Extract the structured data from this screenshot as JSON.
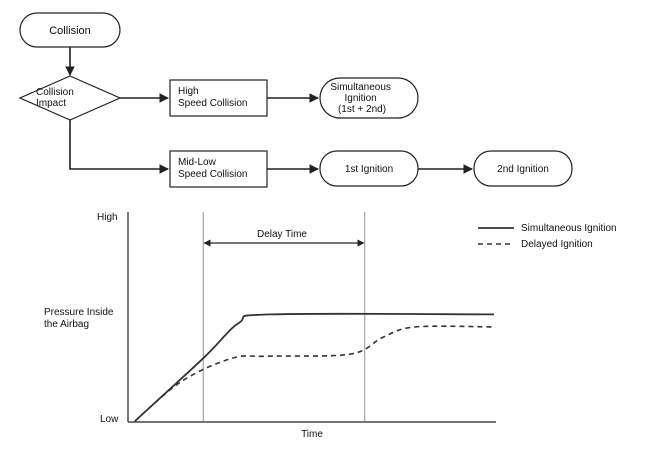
{
  "flowchart": {
    "collision": "Collision",
    "decision": [
      "Collision",
      "Impact"
    ],
    "high_speed": [
      "High",
      "Speed Collision"
    ],
    "simultaneous": [
      "Simultaneous",
      "Ignition",
      "(1st + 2nd)"
    ],
    "mid_low": [
      "Mid-Low",
      "Speed Collision"
    ],
    "first_ignition": "1st Ignition",
    "second_ignition": "2nd Ignition"
  },
  "chart_data": {
    "type": "line",
    "title": "",
    "xlabel": "Time",
    "ylabel": [
      "Pressure Inside",
      "the Airbag"
    ],
    "y_ticks": [
      "High",
      "Low"
    ],
    "interval_label": "Delay Time",
    "legend": [
      "Simultaneous Ignition",
      "Delayed Ignition"
    ],
    "legend_position": "top-right",
    "grid": false,
    "series": [
      {
        "name": "Simultaneous Ignition",
        "style": "solid",
        "points": [
          [
            0,
            0
          ],
          [
            0.19,
            0.3
          ],
          [
            0.29,
            0.47
          ],
          [
            0.38,
            0.51
          ],
          [
            1.0,
            0.51
          ]
        ]
      },
      {
        "name": "Delayed Ignition",
        "style": "dashed",
        "points": [
          [
            0,
            0
          ],
          [
            0.13,
            0.19
          ],
          [
            0.27,
            0.3
          ],
          [
            0.37,
            0.31
          ],
          [
            0.6,
            0.32
          ],
          [
            0.69,
            0.4
          ],
          [
            0.78,
            0.45
          ],
          [
            1.0,
            0.45
          ]
        ]
      }
    ],
    "delay_interval": [
      0.19,
      0.64
    ]
  }
}
